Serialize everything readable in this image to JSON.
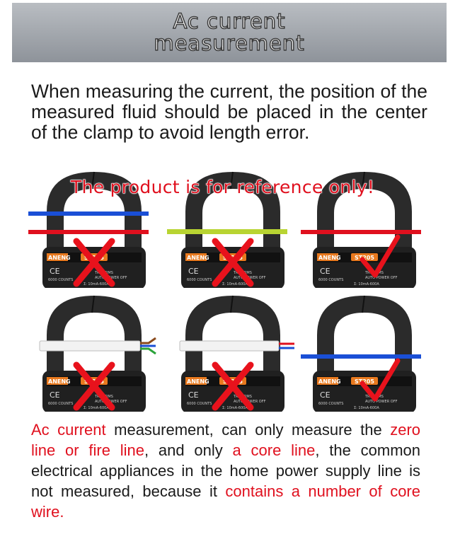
{
  "banner": {
    "line1": "Ac current",
    "line2": "measurement"
  },
  "intro": "When measuring the current, the position of the measured fluid should be placed in the center of the clamp to avoid length error.",
  "notice": "The product is for reference only!",
  "meter": {
    "brand": "ANENG",
    "model": "ST205",
    "ce": "CE",
    "counts": "6000 COUNTS",
    "trms": "TRUE RMS",
    "auto_power": "AUTO POWER OFF",
    "range": "Σ: 10mA-600A"
  },
  "colors": {
    "red": "#e0101e",
    "blue": "#1a4fd6",
    "green_yellow": "#b8d432",
    "clamp": "#2b2b2b",
    "mark": "#e8121c"
  },
  "panels": [
    {
      "wire": "blue-and-red",
      "result": "cross"
    },
    {
      "wire": "green-yellow",
      "result": "cross"
    },
    {
      "wire": "red",
      "result": "check"
    },
    {
      "wire": "multi-core-cable",
      "result": "cross"
    },
    {
      "wire": "two-core-cable",
      "result": "cross"
    },
    {
      "wire": "blue",
      "result": "check"
    }
  ],
  "bottom": {
    "p1": "Ac current",
    "p2": " measurement, can only measure the ",
    "p3": "zero line or fire line",
    "p4": ", and only ",
    "p5": "a core line",
    "p6": ", the common electrical appliances in the home power supply line is not measured, because it ",
    "p7": "contains a number of core wire."
  }
}
